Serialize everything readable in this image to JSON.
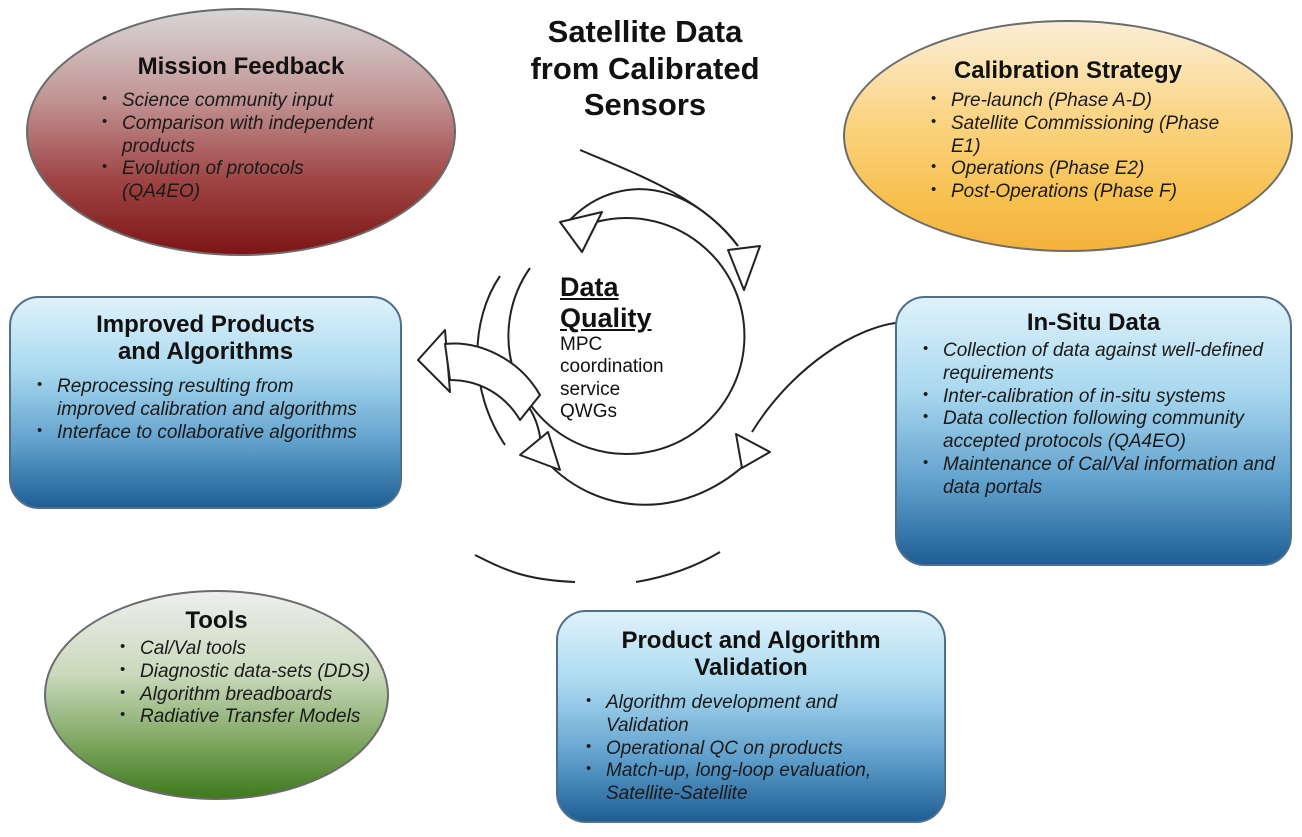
{
  "title": {
    "line1": "Satellite Data",
    "line2": "from Calibrated",
    "line3": "Sensors"
  },
  "center": {
    "heading1": "Data",
    "heading2": "Quality",
    "lines": [
      "MPC",
      "coordination",
      "service",
      "QWGs"
    ]
  },
  "mission_feedback": {
    "title": "Mission Feedback",
    "items": [
      "Science community input",
      "Comparison with independent products",
      "Evolution of protocols (QA4EO)"
    ],
    "color": "#8a2525"
  },
  "calibration_strategy": {
    "title": "Calibration Strategy",
    "items": [
      "Pre-launch (Phase A-D)",
      "Satellite Commissioning (Phase E1)",
      "Operations (Phase E2)",
      "Post-Operations (Phase F)"
    ],
    "color": "#f7bf4b"
  },
  "improved_products": {
    "title_line1": "Improved Products",
    "title_line2": "and Algorithms",
    "items": [
      "Reprocessing resulting from improved calibration and algorithms",
      "Interface to collaborative algorithms"
    ],
    "color": "#2f6ea5"
  },
  "in_situ": {
    "title": "In-Situ Data",
    "items": [
      "Collection of data against well-defined requirements",
      "Inter-calibration of in-situ systems",
      "Data collection following community accepted protocols (QA4EO)",
      "Maintenance of Cal/Val information and data portals"
    ],
    "color": "#2f6ea5"
  },
  "tools": {
    "title": "Tools",
    "items": [
      "Cal/Val tools",
      "Diagnostic data-sets (DDS)",
      "Algorithm breadboards",
      "Radiative Transfer Models"
    ],
    "color": "#4e8a2d"
  },
  "validation": {
    "title_line1": "Product and Algorithm",
    "title_line2": "Validation",
    "items": [
      "Algorithm development and Validation",
      "Operational QC on products",
      "Match-up, long-loop evaluation, Satellite-Satellite"
    ],
    "color": "#2f6ea5"
  }
}
